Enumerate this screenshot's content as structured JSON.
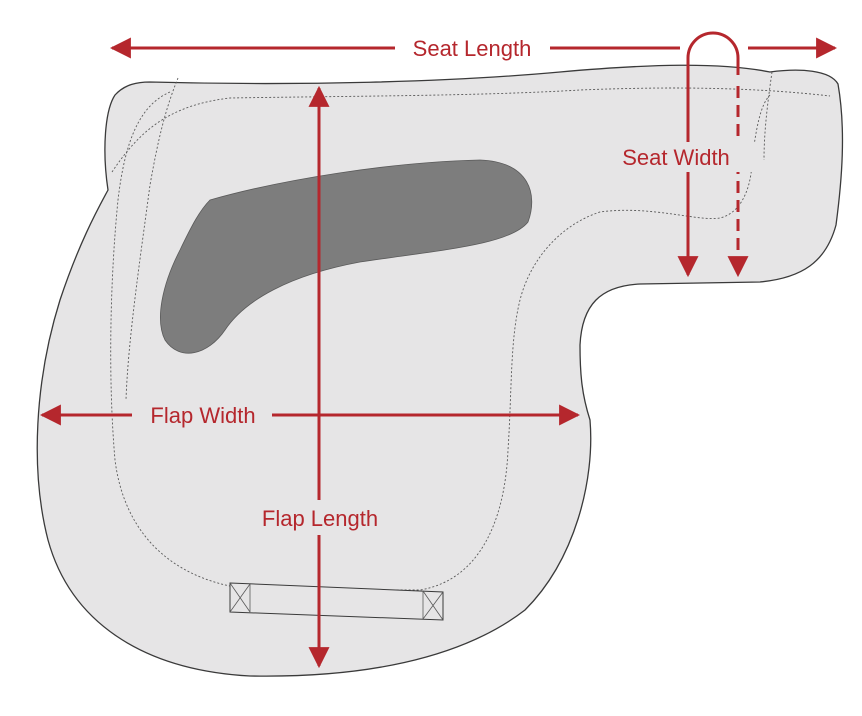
{
  "labels": {
    "seat_length": "Seat Length",
    "seat_width": "Seat Width",
    "flap_width": "Flap Width",
    "flap_length": "Flap Length"
  },
  "colors": {
    "pad_fill": "#e6e5e6",
    "pad_outline": "#3a3a3a",
    "stitching": "#5a5a5a",
    "knee_pad": "#7d7d7d",
    "measurement": "#b5272d"
  }
}
